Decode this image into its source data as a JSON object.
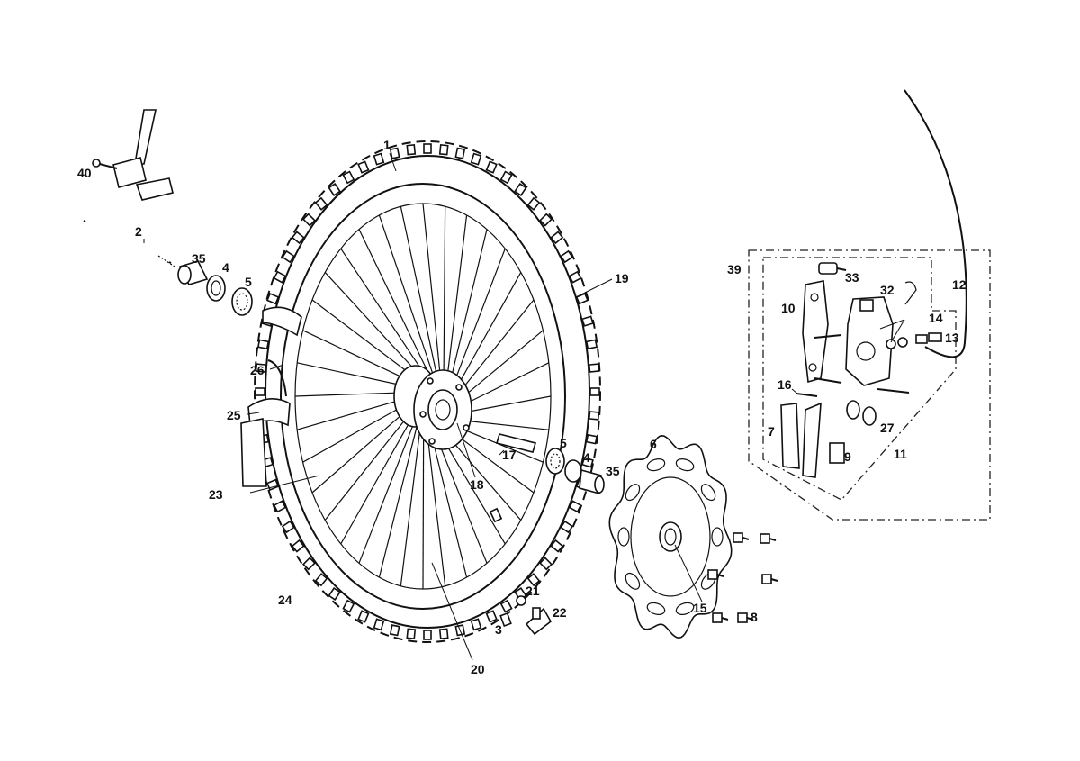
{
  "labels": {
    "l1": "1",
    "l2": "2",
    "l3": "3",
    "l4a": "4",
    "l4b": "4",
    "l5a": "5",
    "l5b": "5",
    "l6": "6",
    "l7": "7",
    "l8": "8",
    "l9": "9",
    "l10": "10",
    "l11": "11",
    "l12": "12",
    "l13": "13",
    "l14": "14",
    "l15": "15",
    "l16": "16",
    "l17": "17",
    "l18": "18",
    "l19": "19",
    "l20": "20",
    "l21": "21",
    "l22": "22",
    "l23": "23",
    "l24": "24",
    "l25": "25",
    "l26": "26",
    "l27": "27",
    "l32": "32",
    "l33": "33",
    "l35a": "35",
    "l35b": "35",
    "l39": "39",
    "l40": "40"
  }
}
